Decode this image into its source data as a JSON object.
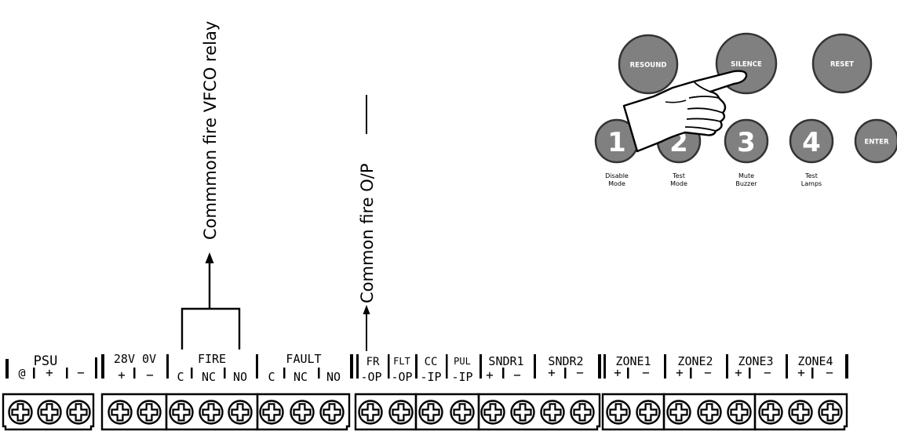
{
  "annotations": {
    "vfco_relay": "Commmon fire VFCO relay",
    "fire_op": "Common fire O/P"
  },
  "keypad": {
    "buttons": [
      {
        "id": "resound",
        "label": "RESOUND"
      },
      {
        "id": "silence",
        "label": "SILENCE"
      },
      {
        "id": "reset",
        "label": "RESET"
      }
    ],
    "number_keys": [
      {
        "digit": "1",
        "caption": [
          "Disable",
          "Mode"
        ]
      },
      {
        "digit": "2",
        "caption": [
          "Test",
          "Mode"
        ]
      },
      {
        "digit": "3",
        "caption": [
          "Mute",
          "Buzzer"
        ]
      },
      {
        "digit": "4",
        "caption": [
          "Test",
          "Lamps"
        ]
      }
    ],
    "enter_label": "ENTER",
    "key_color": "#808080",
    "key_outline": "#333333"
  },
  "terminals": {
    "headers": [
      {
        "key": "psu",
        "text": "PSU"
      },
      {
        "key": "v28",
        "text": "28V 0V"
      },
      {
        "key": "fire",
        "text": "FIRE"
      },
      {
        "key": "fault",
        "text": "FAULT"
      },
      {
        "key": "fr",
        "text": "FR"
      },
      {
        "key": "flt",
        "text": "FLT"
      },
      {
        "key": "cc",
        "text": "CC"
      },
      {
        "key": "pul",
        "text": "PUL"
      },
      {
        "key": "sndr1",
        "text": "SNDR1"
      },
      {
        "key": "sndr2",
        "text": "SNDR2"
      },
      {
        "key": "zone1",
        "text": "ZONE1"
      },
      {
        "key": "zone2",
        "text": "ZONE2"
      },
      {
        "key": "zone3",
        "text": "ZONE3"
      },
      {
        "key": "zone4",
        "text": "ZONE4"
      }
    ],
    "pins": [
      "@",
      "+",
      "−",
      "+",
      "−",
      "C",
      "NC",
      "NO",
      "C",
      "NC",
      "NO",
      "-OP",
      "-OP",
      "-IP",
      "-IP",
      "+",
      "−",
      "+",
      "−",
      "+",
      "−",
      "+",
      "−",
      "+",
      "−",
      "+",
      "−"
    ]
  }
}
